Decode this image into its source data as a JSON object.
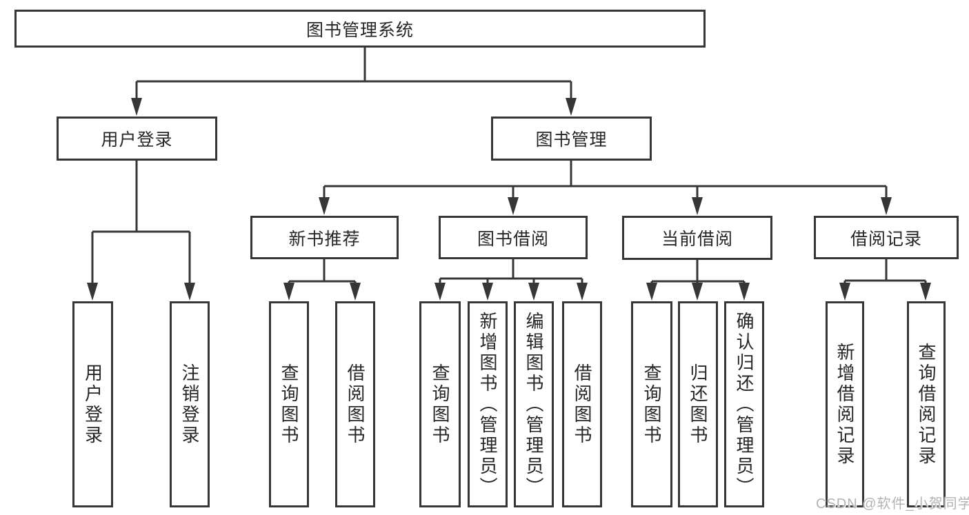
{
  "root": {
    "label": "图书管理系统"
  },
  "level2": [
    {
      "label": "用户登录",
      "parent": "图书管理系统"
    },
    {
      "label": "图书管理",
      "parent": "图书管理系统"
    }
  ],
  "level3": [
    {
      "label": "新书推荐",
      "parent": "图书管理"
    },
    {
      "label": "图书借阅",
      "parent": "图书管理"
    },
    {
      "label": "当前借阅",
      "parent": "图书管理"
    },
    {
      "label": "借阅记录",
      "parent": "图书管理"
    }
  ],
  "leaves": [
    {
      "label": "用户登录",
      "parent": "用户登录"
    },
    {
      "label": "注销登录",
      "parent": "用户登录"
    },
    {
      "label": "查询图书",
      "parent": "新书推荐"
    },
    {
      "label": "借阅图书",
      "parent": "新书推荐"
    },
    {
      "label": "查询图书",
      "parent": "图书借阅"
    },
    {
      "label": "新增图书（管理员）",
      "parent": "图书借阅"
    },
    {
      "label": "编辑图书（管理员）",
      "parent": "图书借阅"
    },
    {
      "label": "借阅图书",
      "parent": "图书借阅"
    },
    {
      "label": "查询图书",
      "parent": "当前借阅"
    },
    {
      "label": "归还图书",
      "parent": "当前借阅"
    },
    {
      "label": "确认归还（管理员）",
      "parent": "当前借阅"
    },
    {
      "label": "新增借阅记录",
      "parent": "借阅记录"
    },
    {
      "label": "查询借阅记录",
      "parent": "借阅记录"
    }
  ],
  "watermark": "CSDN @软件_小贺同学",
  "colors": {
    "line": "#363636",
    "text": "#262626",
    "background": "#ffffff",
    "watermark": "#b3b3b3"
  }
}
